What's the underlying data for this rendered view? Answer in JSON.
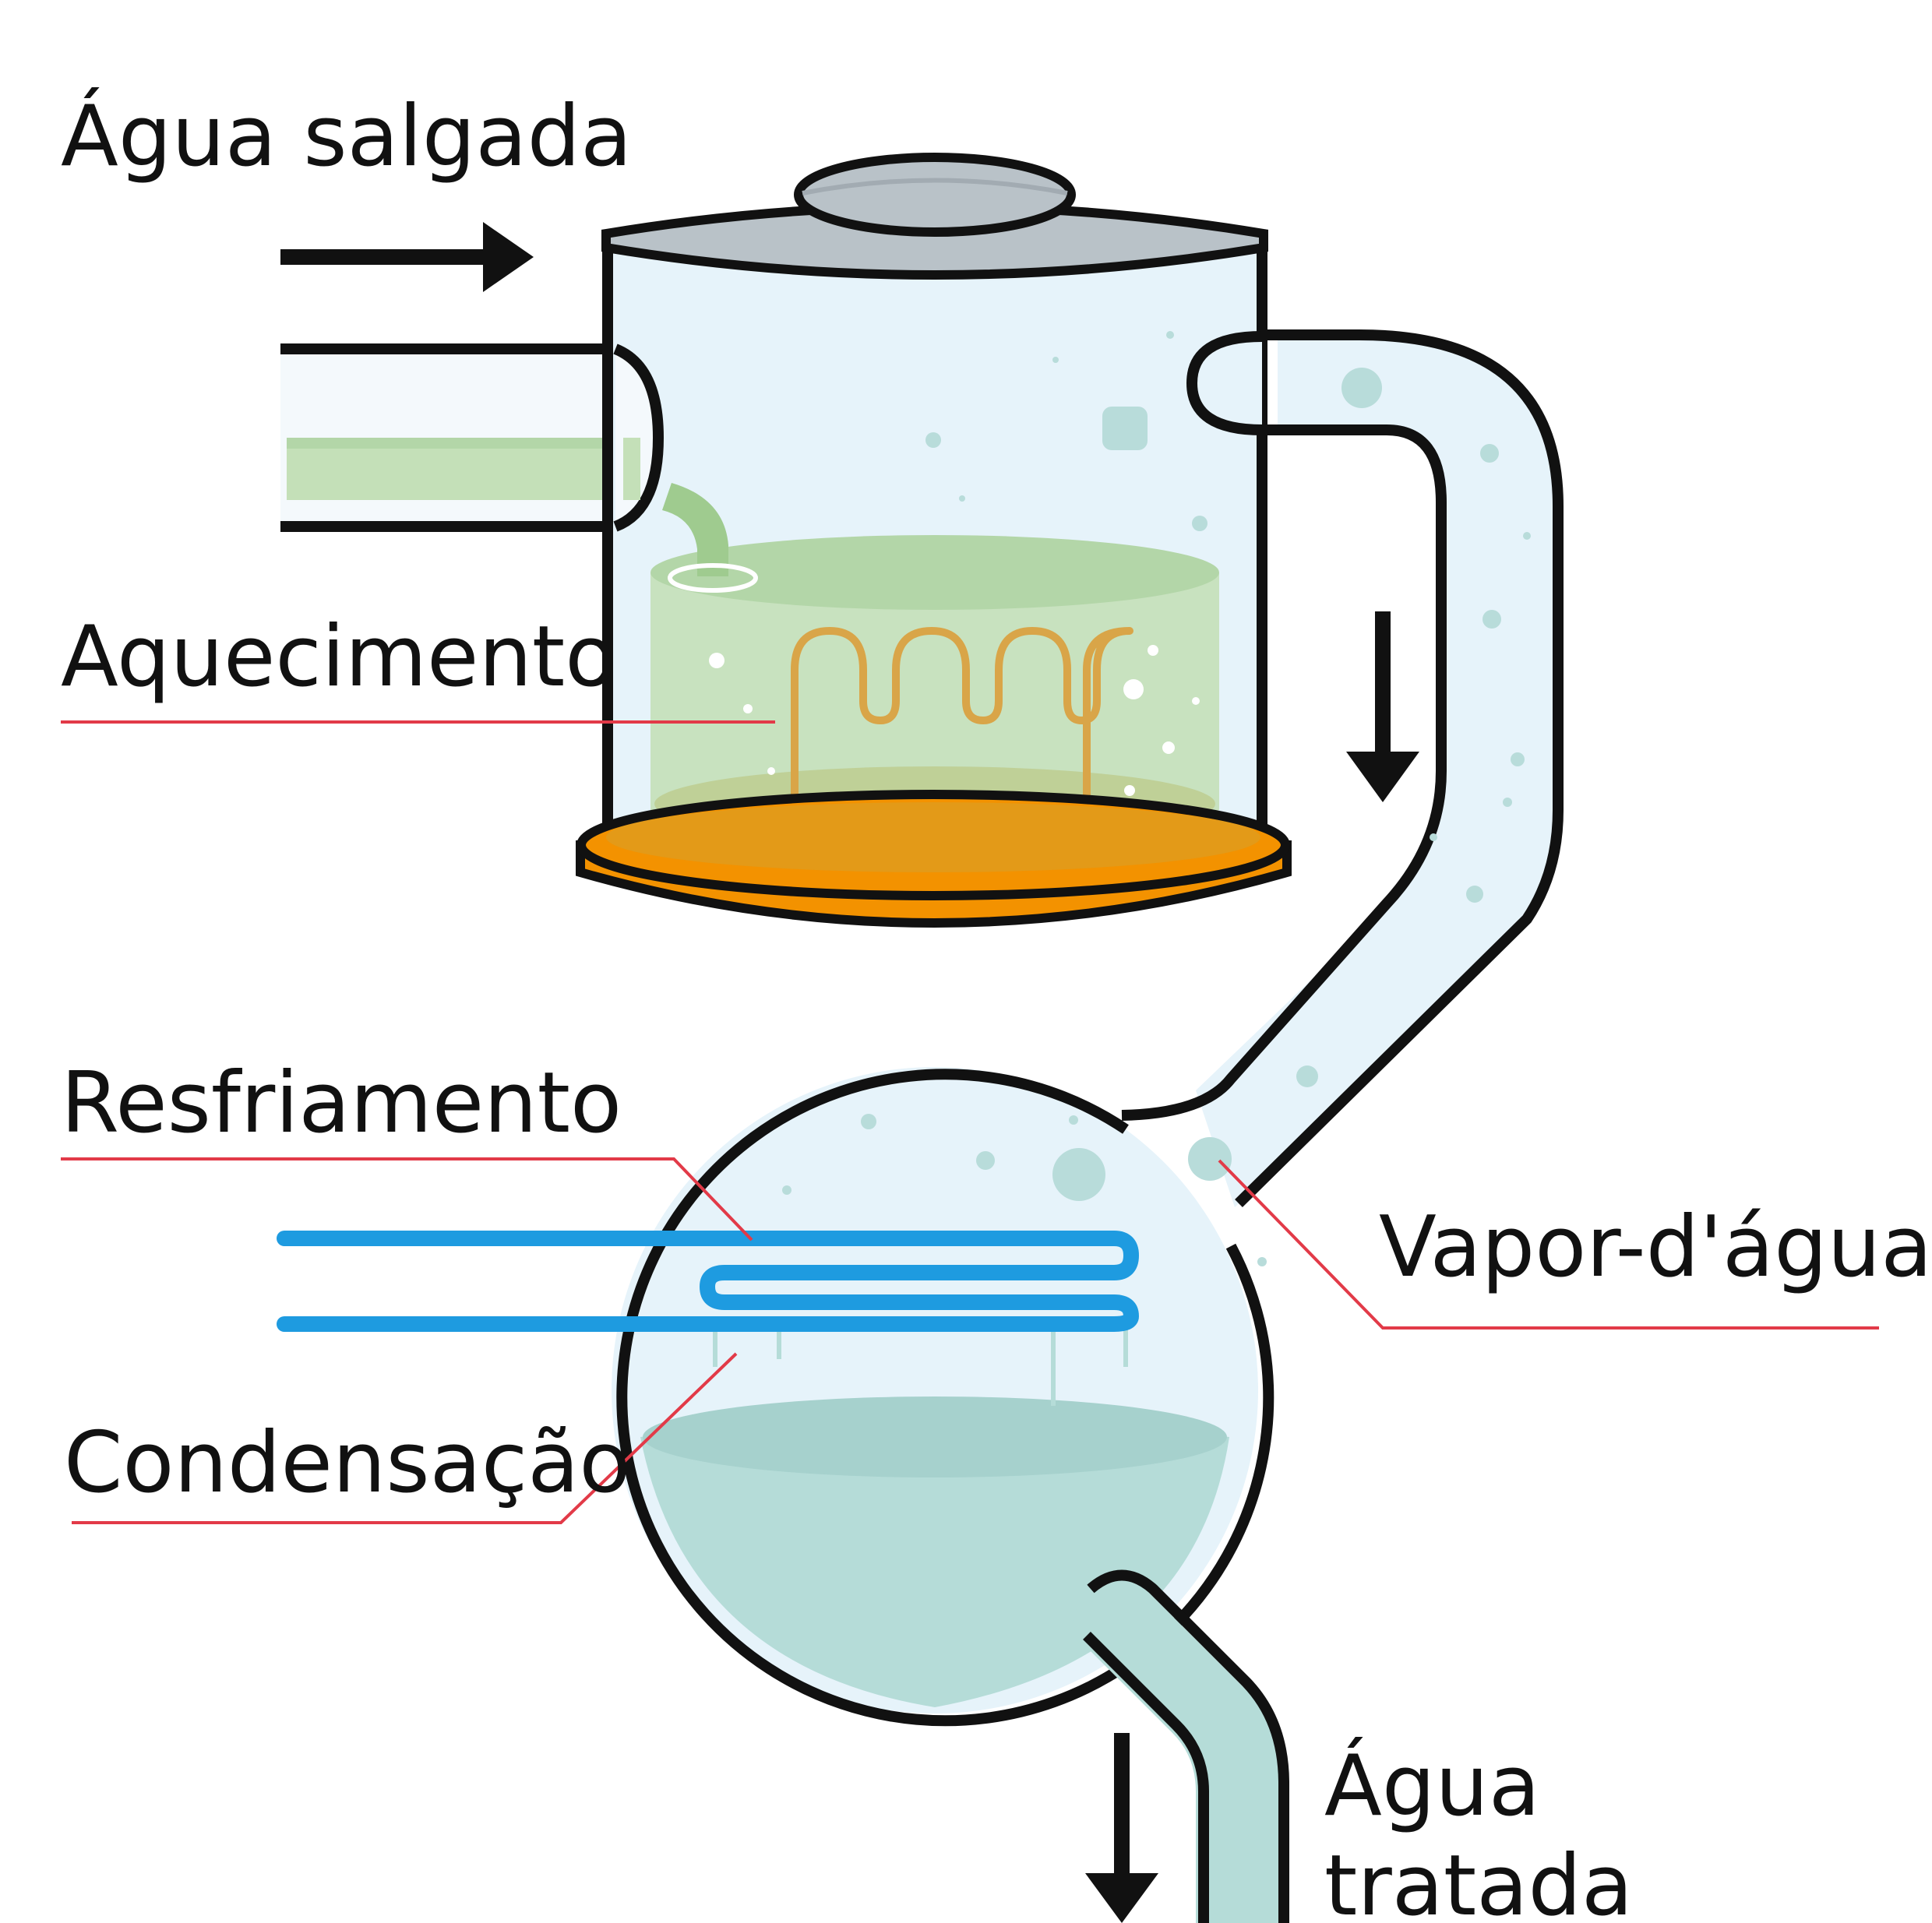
{
  "labels": {
    "salt_water": "Água salgada",
    "heating": "Aquecimento",
    "cooling": "Resfriamento",
    "vapor": "Vapor-d'água",
    "condensation": "Condensação",
    "treated_water_line1": "Água",
    "treated_water_line2": "tratada"
  },
  "colors": {
    "outline": "#111111",
    "glass": "#e6f3fa",
    "saltwater": "#c4e0b8",
    "saltwater_surface": "#b3d6a8",
    "heater_plate": "#f39200",
    "heater_coil": "#d9a548",
    "lid": "#b9c2c8",
    "cooling_pipe": "#1e9be0",
    "treated_water": "#b5dcd8",
    "vapor_drop": "#b8dcda",
    "leader_line": "#e23a48",
    "arrow": "#111111"
  },
  "icons": {
    "inflow_arrow": "arrow-right-icon",
    "vapor_arrow": "arrow-down-icon",
    "outflow_arrow": "arrow-down-icon"
  }
}
